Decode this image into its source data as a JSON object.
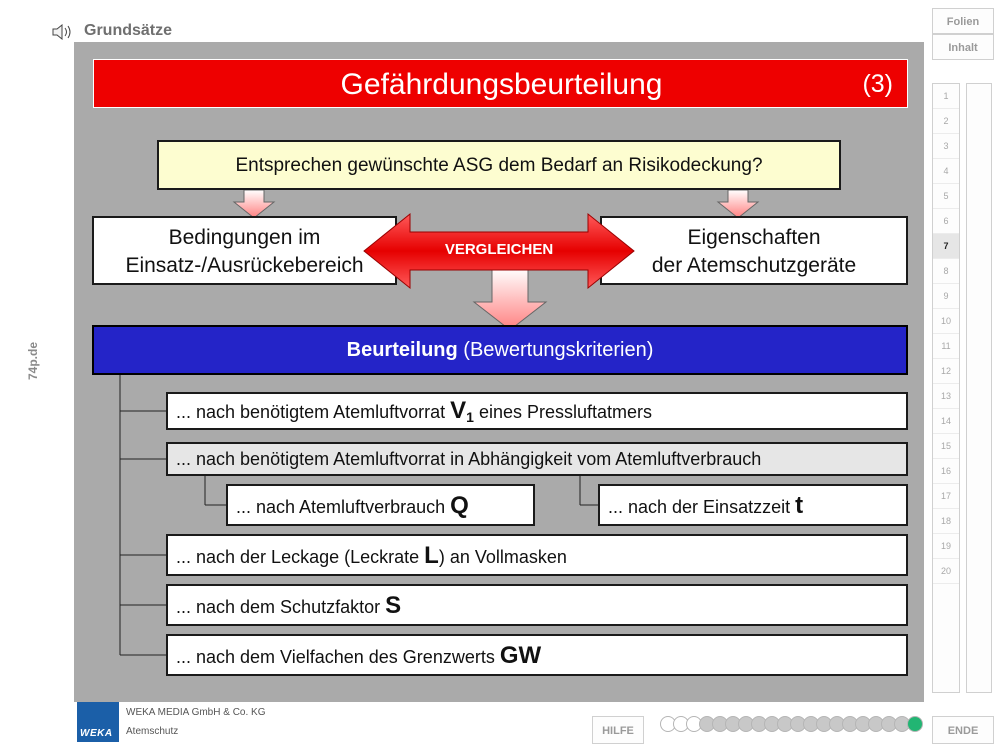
{
  "header": {
    "section": "Grundsätze",
    "speaker_icon": "speaker-icon"
  },
  "side_text": "74p.de",
  "nav": {
    "folien": "Folien",
    "inhalt": "Inhalt",
    "hilfe": "HILFE",
    "ende": "ENDE",
    "slides": [
      "1",
      "2",
      "3",
      "4",
      "5",
      "6",
      "7",
      "8",
      "9",
      "10",
      "11",
      "12",
      "13",
      "14",
      "15",
      "16",
      "17",
      "18",
      "19",
      "20"
    ],
    "active_slide": "7"
  },
  "slide": {
    "title": "Gefährdungsbeurteilung",
    "page_label": "(3)",
    "question": "Entsprechen gewünschte ASG dem Bedarf an Risikodeckung?",
    "left_box": {
      "line1": "Bedingungen im",
      "line2": "Einsatz-/Ausrückebereich"
    },
    "right_box": {
      "line1": "Eigenschaften",
      "line2": "der Atemschutzgeräte"
    },
    "compare_label": "VERGLEICHEN",
    "assessment": {
      "bold": "Beurteilung",
      "rest": " (Bewertungskriterien)"
    },
    "criteria": {
      "c1": {
        "pre": "... nach benötigtem Atemluftvorrat ",
        "sym": "V",
        "sub": "1",
        "post": " eines Pressluftatmers"
      },
      "c2": {
        "text": "... nach benötigtem Atemluftvorrat in Abhängigkeit vom Atemluftverbrauch"
      },
      "c2a": {
        "pre": "... nach Atemluftverbrauch ",
        "sym": "Q"
      },
      "c2b": {
        "pre": "... nach der Einsatzzeit ",
        "sym": "t"
      },
      "c3": {
        "pre": "... nach der Leckage (Leckrate ",
        "sym": "L",
        "post": ") an Vollmasken"
      },
      "c4": {
        "pre": "... nach dem Schutzfaktor ",
        "sym": "S"
      },
      "c5": {
        "pre": "... nach dem Vielfachen des Grenzwerts ",
        "sym": "GW"
      }
    }
  },
  "footer": {
    "logo": "WEKA",
    "company": "WEKA MEDIA GmbH & Co. KG",
    "product": "Atemschutz"
  },
  "progress": {
    "total": 20,
    "current": 20,
    "colors": {
      "empty": "#ffffff",
      "done": "#c8c8c8",
      "current": "#22b573"
    }
  },
  "colors": {
    "title_bg": "#ee0000",
    "assessment_bg": "#2424c8",
    "question_bg": "#fdfdd0",
    "slide_bg": "#aaaaaa"
  }
}
